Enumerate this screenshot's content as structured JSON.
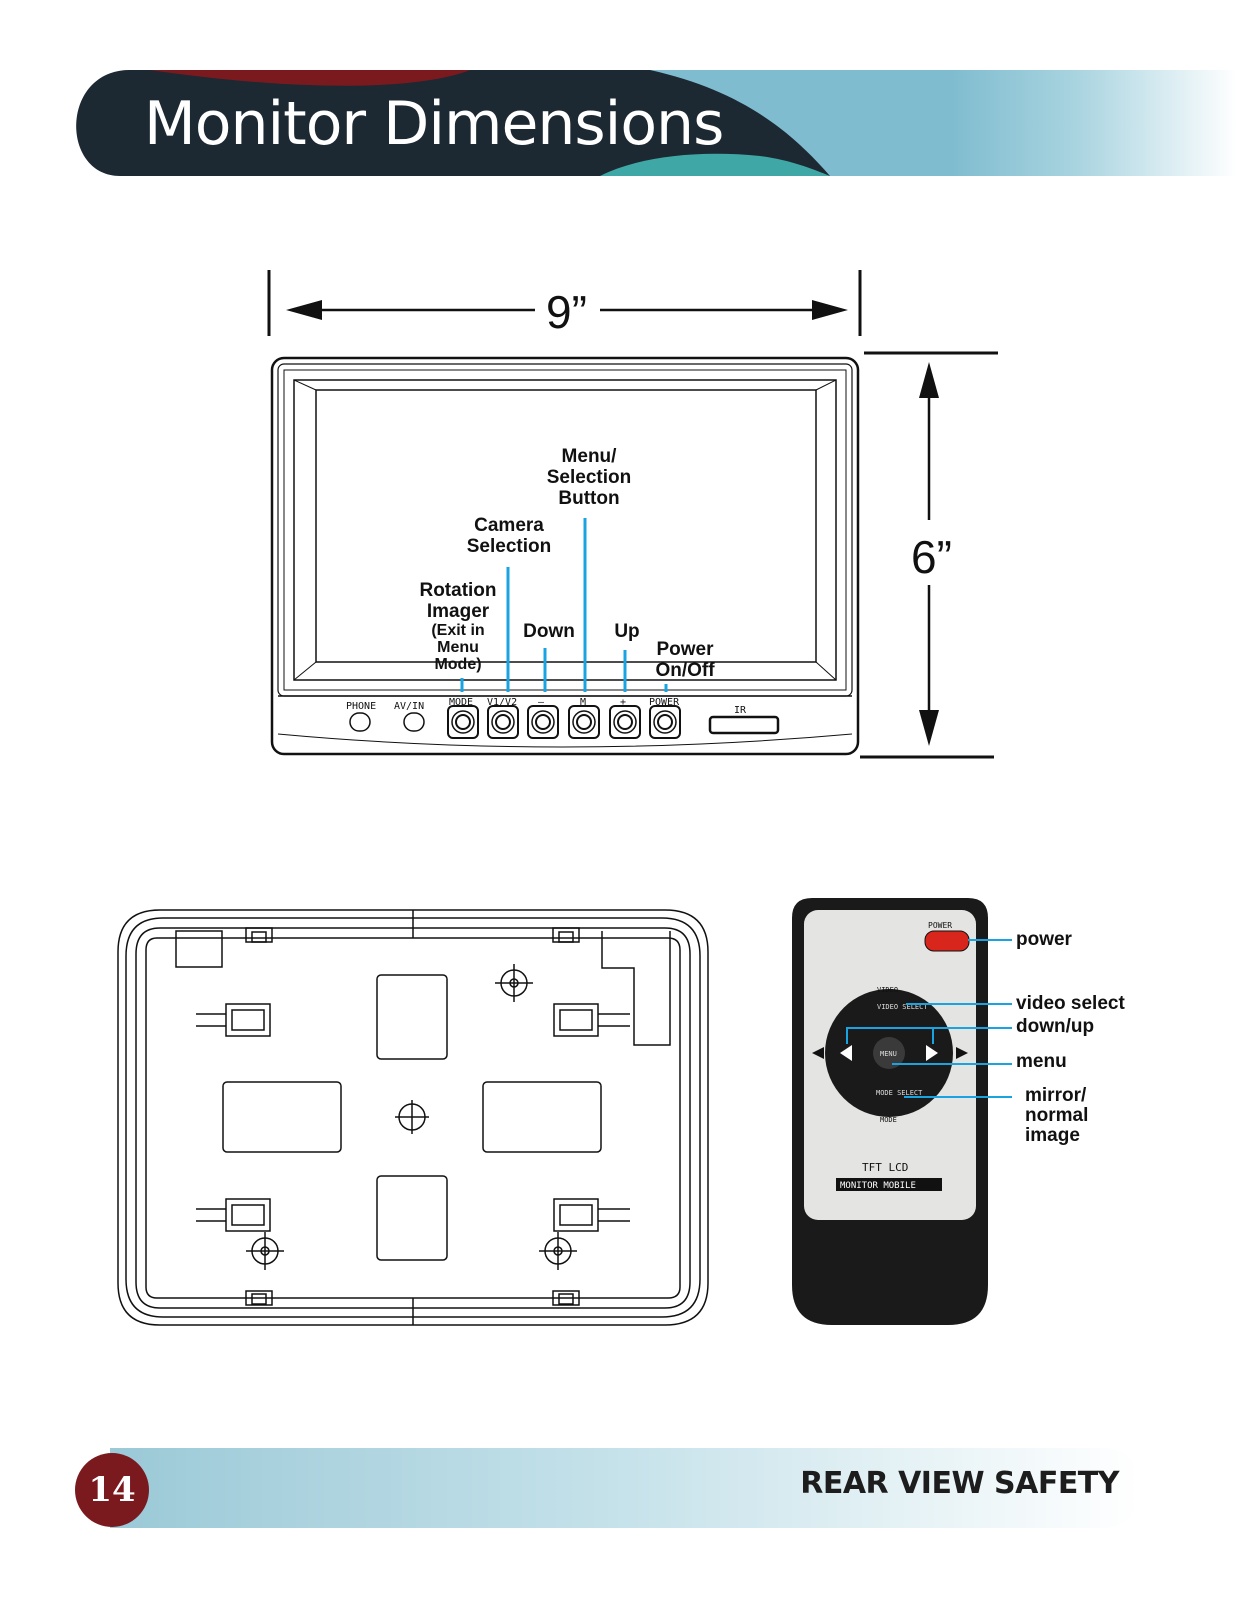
{
  "header": {
    "title": "Monitor Dimensions"
  },
  "monitor": {
    "width_label": "9”",
    "height_label": "6”",
    "panel_labels": {
      "phone": "PHONE",
      "avin": "AV/IN",
      "mode": "MODE",
      "v1v2": "V1/V2",
      "minus": "—",
      "m": "M",
      "plus": "+",
      "power": "POWER",
      "ir": "IR"
    },
    "callouts": {
      "menu_selection": "Menu/\nSelection\nButton",
      "camera_selection": "Camera\nSelection",
      "rotation_main": "Rotation\nImager",
      "rotation_sub": "(Exit in\nMenu\nMode)",
      "down": "Down",
      "up": "Up",
      "power": "Power\nOn/Off"
    }
  },
  "remote": {
    "keys": {
      "power": "POWER",
      "video": "VIDEO",
      "video_select": "VIDEO\nSELECT",
      "menu": "MENU",
      "mode_select": "MODE\nSELECT",
      "mode": "MODE",
      "tft": "TFT LCD",
      "brand": "MONITOR MOBILE"
    },
    "callouts": {
      "power": "power",
      "video_select": "video select",
      "down_up": "down/up",
      "menu": "menu",
      "mirror": "mirror/\nnormal\nimage"
    }
  },
  "footer": {
    "page_number": "14",
    "brand": "REAR VIEW SAFETY"
  },
  "colors": {
    "navy": "#1c2832",
    "maroon": "#7a1a1f",
    "teal": "#3fa8a6",
    "callout_blue": "#19a3e0",
    "remote_red": "#d9261c"
  }
}
